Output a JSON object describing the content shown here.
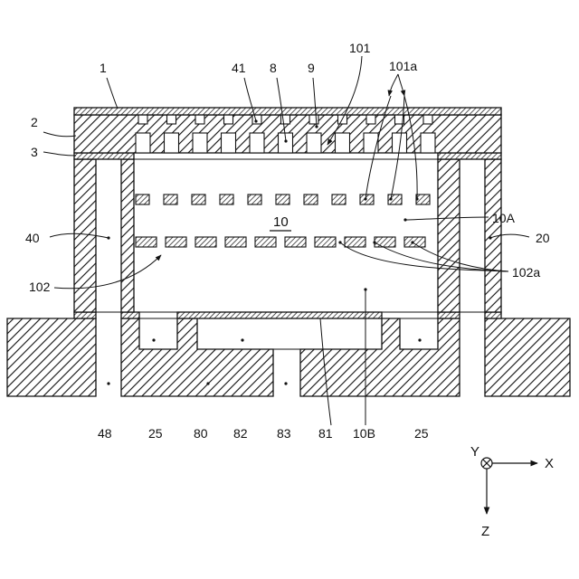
{
  "labels": {
    "l1": "1",
    "l41": "41",
    "l8": "8",
    "l9": "9",
    "l101": "101",
    "l101a": "101a",
    "l2": "2",
    "l3": "3",
    "l10A": "10A",
    "l10": "10",
    "l40": "40",
    "l20": "20",
    "l102": "102",
    "l102a": "102a",
    "l48": "48",
    "l25a": "25",
    "l80": "80",
    "l82": "82",
    "l83": "83",
    "l81": "81",
    "l10B": "10B",
    "l25b": "25"
  },
  "axes": {
    "x": "X",
    "y": "Y",
    "z": "Z"
  }
}
